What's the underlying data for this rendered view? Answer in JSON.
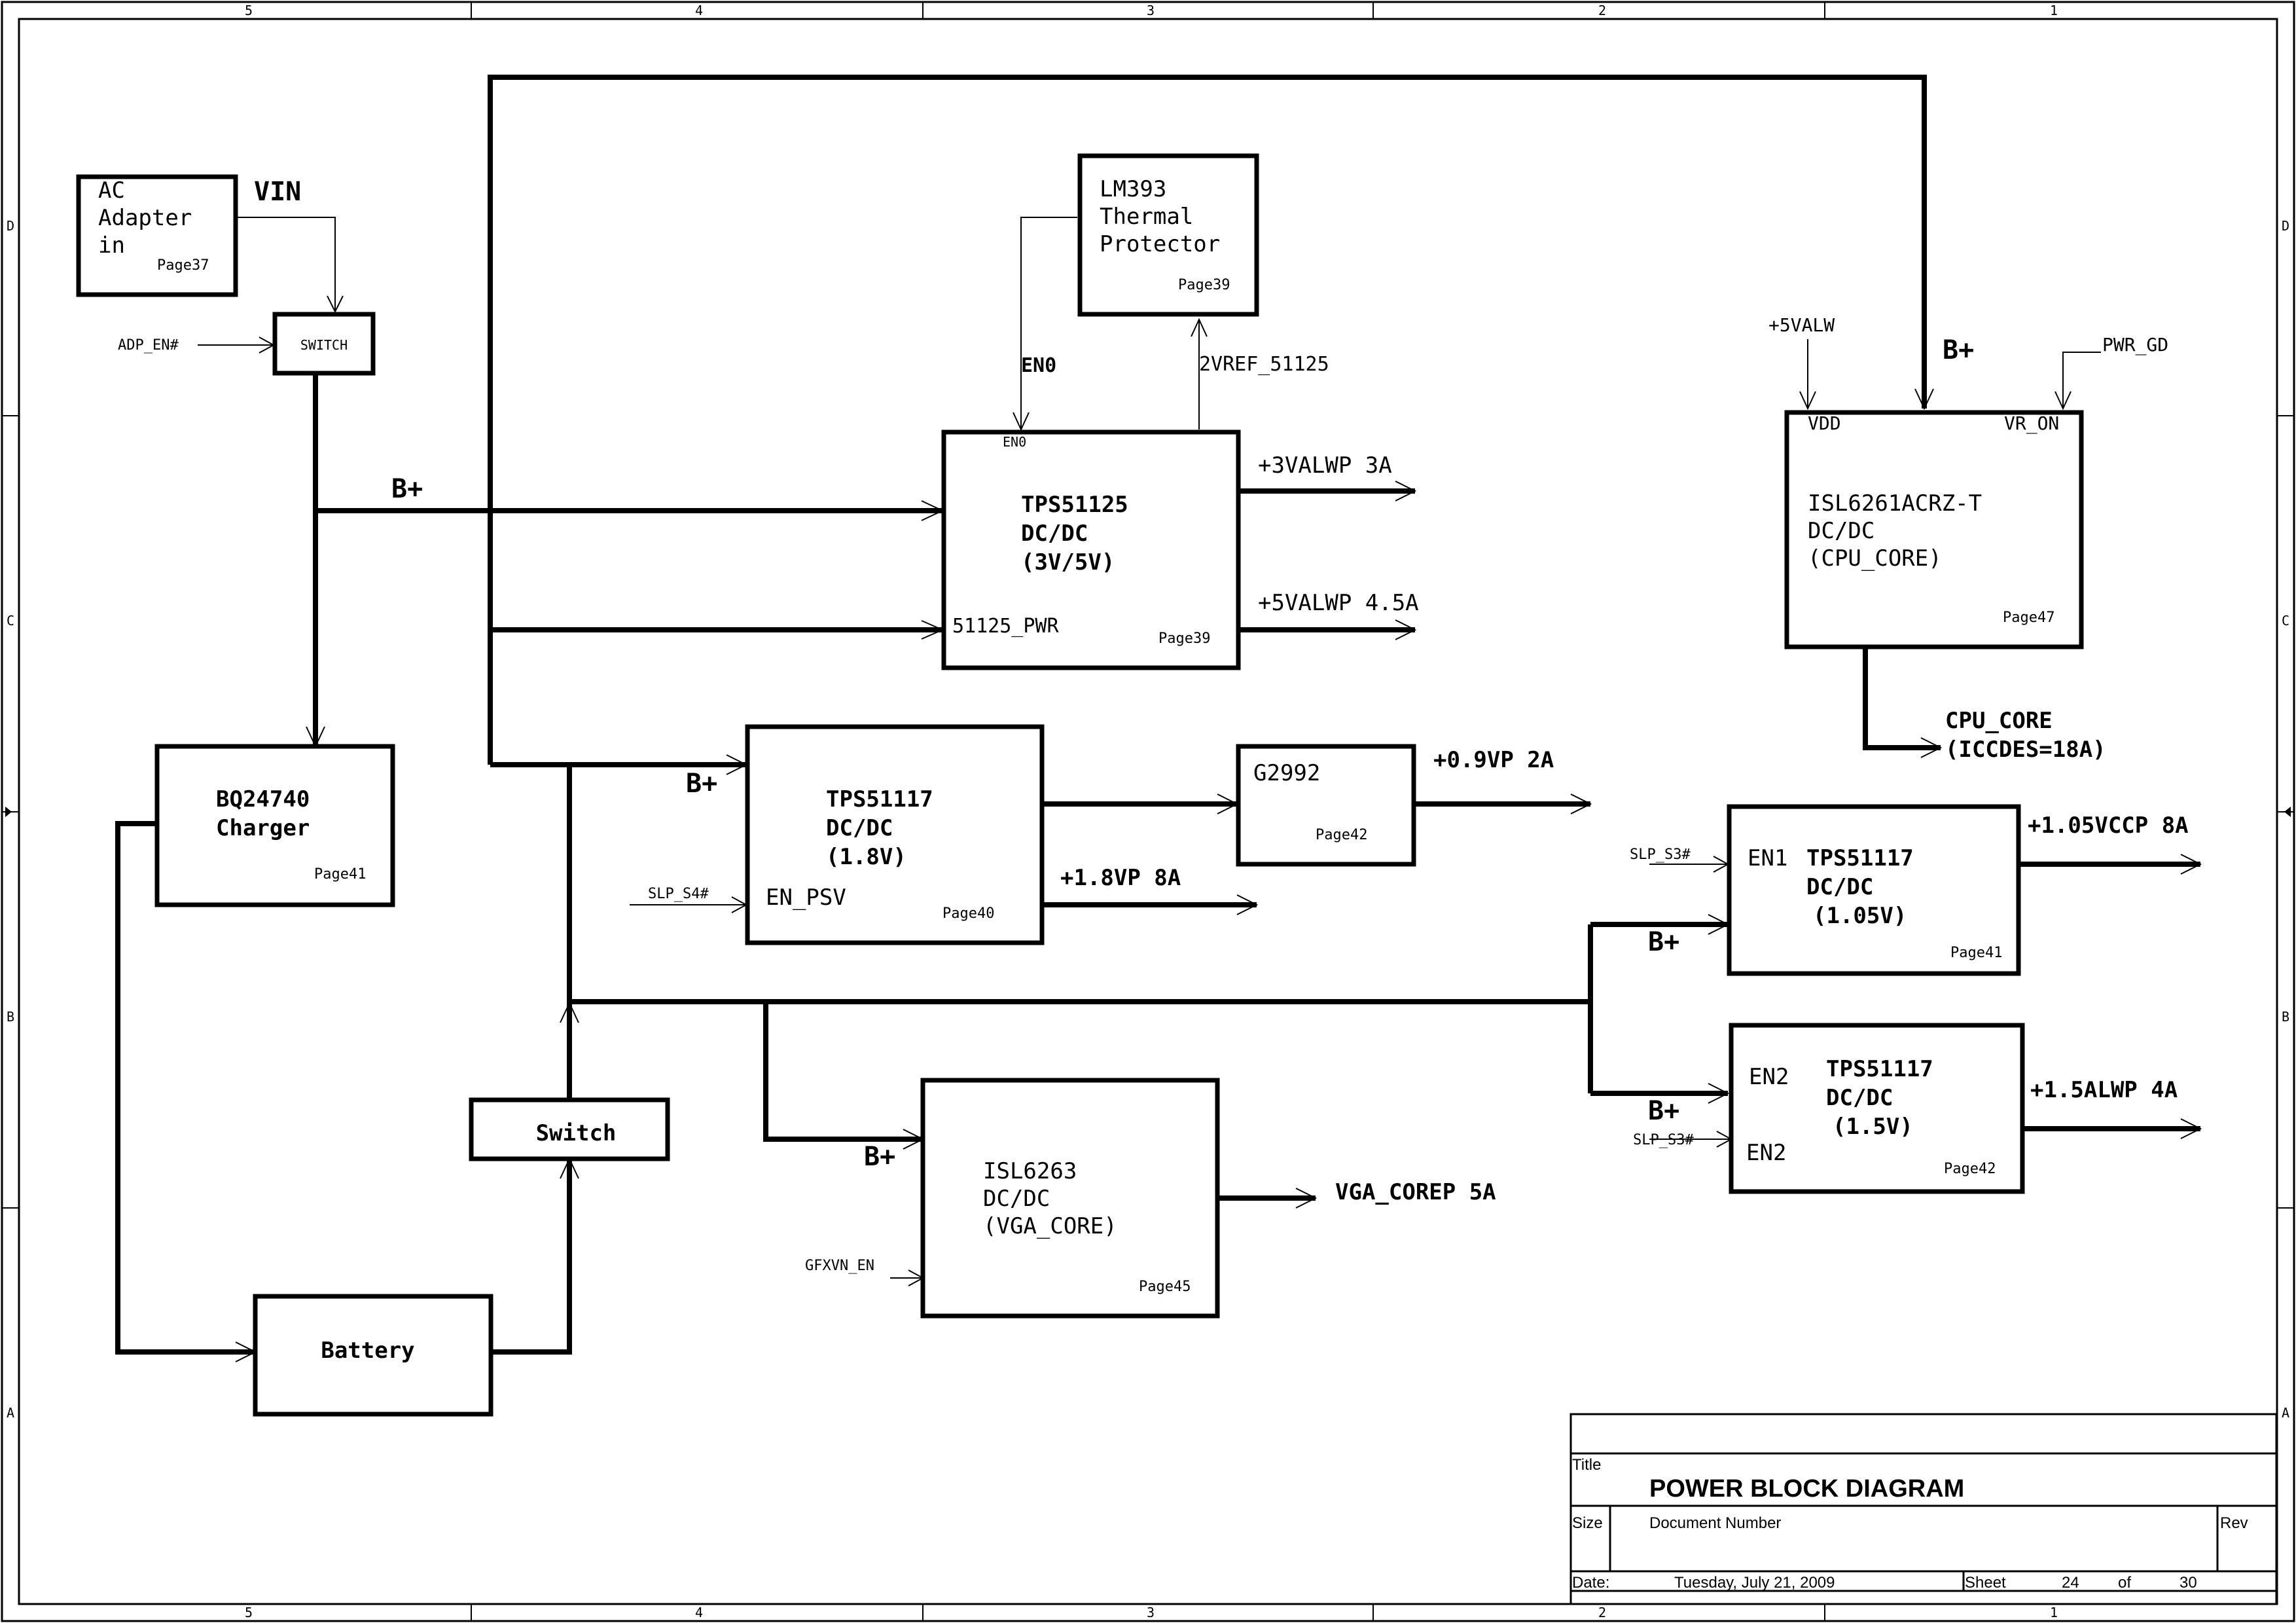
{
  "border": {
    "columns_top": [
      "5",
      "4",
      "3",
      "2",
      "1"
    ],
    "columns_bottom": [
      "5",
      "4",
      "3",
      "2",
      "1"
    ],
    "rows_left": [
      "D",
      "C",
      "B",
      "A"
    ],
    "rows_right": [
      "D",
      "C",
      "B",
      "A"
    ]
  },
  "blocks": {
    "ac_adapter": {
      "line1": "AC",
      "line2": "Adapter",
      "line3": "in",
      "page": "Page37"
    },
    "switch_small": {
      "label": "SWITCH"
    },
    "lm393": {
      "line1": "LM393",
      "line2": "Thermal",
      "line3": "Protector",
      "page": "Page39"
    },
    "tps51125": {
      "line1": "TPS51125",
      "line2": "DC/DC",
      "line3": "(3V/5V)",
      "pin_en": "EN0",
      "pin_pwr": "51125_PWR",
      "page": "Page39"
    },
    "isl6261": {
      "pin_vdd": "VDD",
      "pin_vron": "VR_ON",
      "line1": "ISL6261ACRZ-T",
      "line2": "DC/DC",
      "line3": "(CPU_CORE)",
      "page": "Page47"
    },
    "bq24740": {
      "line1": "BQ24740",
      "line2": "Charger",
      "page": "Page41"
    },
    "tps51117_18": {
      "line1": "TPS51117",
      "line2": "DC/DC",
      "line3": "(1.8V)",
      "pin": "EN_PSV",
      "page": "Page40"
    },
    "g2992": {
      "label": "G2992",
      "page": "Page42"
    },
    "tps51117_105": {
      "pin": "EN1",
      "line1": "TPS51117",
      "line2": "DC/DC",
      "line3": "(1.05V)",
      "page": "Page41"
    },
    "tps51117_15": {
      "pin_top": "EN2",
      "pin_bottom": "EN2",
      "line1": "TPS51117",
      "line2": "DC/DC",
      "line3": "(1.5V)",
      "page": "Page42"
    },
    "isl6263": {
      "line1": "ISL6263",
      "line2": "DC/DC",
      "line3": "(VGA_CORE)",
      "page": "Page45"
    },
    "switch_big": {
      "label": "Switch"
    },
    "battery": {
      "label": "Battery"
    }
  },
  "nets": {
    "vin": "VIN",
    "adp_en": "ADP_EN#",
    "bplus": "B+",
    "en0": "EN0",
    "vref": "2VREF_51125",
    "v5valw": "+5VALW",
    "pwr_gd": "PWR_GD",
    "out_3valwp": "+3VALWP 3A",
    "out_5valwp": "+5VALWP 4.5A",
    "cpu_core_1": "CPU_CORE",
    "cpu_core_2": "(ICCDES=18A)",
    "out_09vp": "+0.9VP 2A",
    "out_18vp": "+1.8VP 8A",
    "slp_s4": "SLP_S4#",
    "slp_s3_a": "SLP_S3#",
    "slp_s3_b": "SLP_S3#",
    "out_105vccp": "+1.05VCCP 8A",
    "out_15alwp": "+1.5ALWP 4A",
    "gfxvn_en": "GFXVN_EN",
    "vga_corep": "VGA_COREP 5A"
  },
  "title_block": {
    "title_label": "Title",
    "title": "POWER BLOCK DIAGRAM",
    "size_label": "Size",
    "docnum_label": "Document Number",
    "rev_label": "Rev",
    "date_label": "Date:",
    "date": "Tuesday, July 21, 2009",
    "sheet_label": "Sheet",
    "sheet_num": "24",
    "of_label": "of",
    "sheet_total": "30"
  }
}
